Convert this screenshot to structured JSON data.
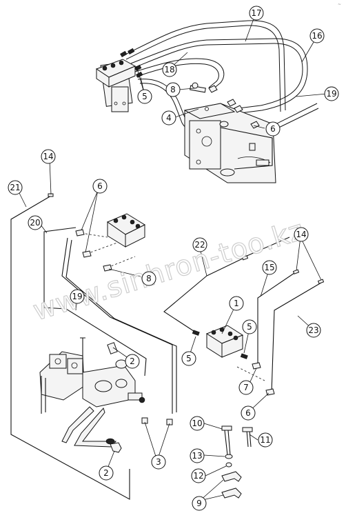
{
  "watermark": "www.sinhron-too.kz",
  "corner_mark": "~",
  "callouts": [
    "17",
    "16",
    "18",
    "5",
    "8",
    "19",
    "4",
    "6",
    "14",
    "21",
    "6",
    "20",
    "22",
    "14",
    "8",
    "15",
    "19",
    "1",
    "23",
    "5",
    "2",
    "5",
    "7",
    "6",
    "10",
    "11",
    "13",
    "12",
    "9",
    "2",
    "3"
  ]
}
